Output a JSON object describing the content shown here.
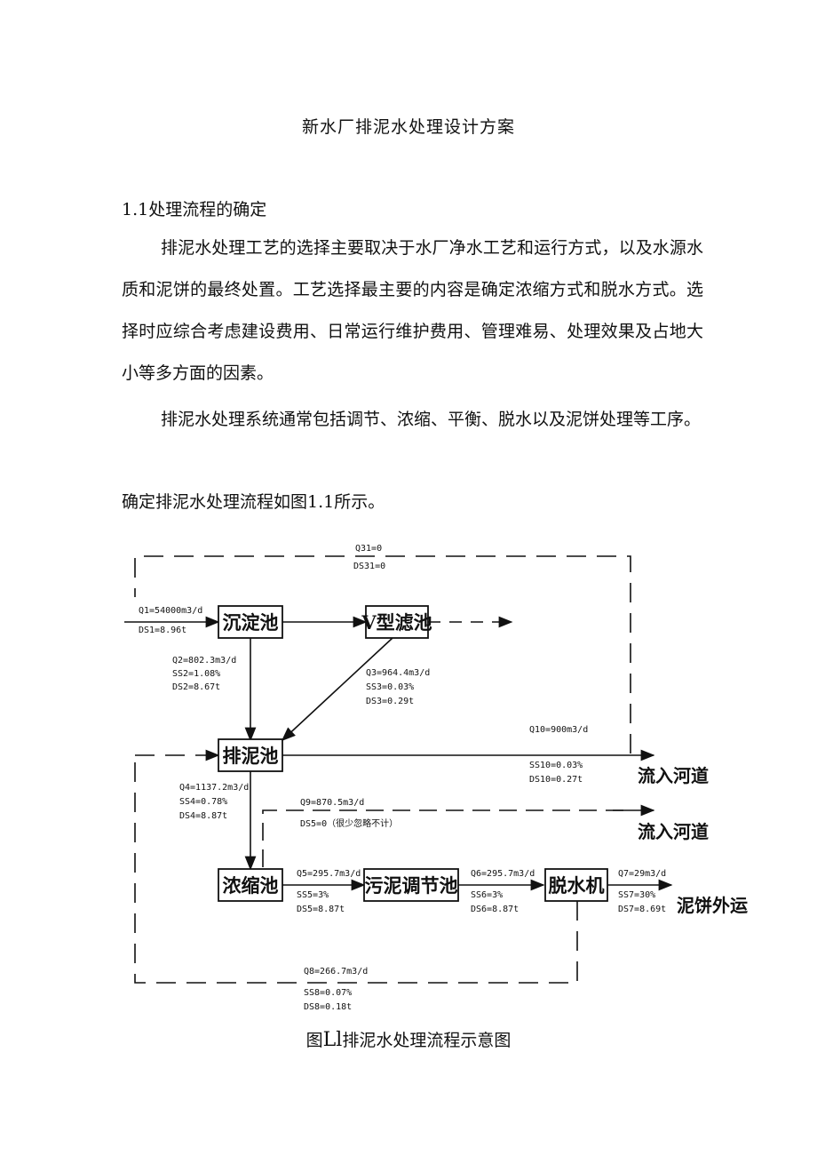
{
  "doc": {
    "title": "新水厂排泥水处理设计方案",
    "section_heading": "1.1处理流程的确定",
    "paragraph_1": "排泥水处理工艺的选择主要取决于水厂净水工艺和运行方式，以及水源水质和泥饼的最终处置。工艺选择最主要的内容是确定浓缩方式和脱水方式。选择时应综合考虑建设费用、日常运行维护费用、管理难易、处理效果及占地大小等多方面的因素。",
    "paragraph_2": "排泥水处理系统通常包括调节、浓缩、平衡、脱水以及泥饼处理等工序。",
    "paragraph_3": "确定排泥水处理流程如图1.1所示。",
    "caption_prefix": "图",
    "caption_label": "Ll",
    "caption_text": "排泥水处理流程示意图"
  },
  "diagram": {
    "boxes": {
      "sedimentation": "沉淀池",
      "v_filter": "V型滤池",
      "sludge_tank": "排泥池",
      "thickener": "浓缩池",
      "regulating_tank": "污泥调节池",
      "dewatering": "脱水机"
    },
    "outputs": {
      "river_1": "流入河道",
      "river_2": "流入河道",
      "cake": "泥饼外运"
    },
    "labels": {
      "q31": "Q31=0",
      "ds31": "DS31=0",
      "q1": "Q1=54000m3/d",
      "ds1": "DS1=8.96t",
      "q2": "Q2=802.3m3/d",
      "ss2": "SS2=1.08%",
      "ds2": "DS2=8.67t",
      "q3": "Q3=964.4m3/d",
      "ss3": "SS3=0.03%",
      "ds3": "DS3=0.29t",
      "q10": "Q10=900m3/d",
      "ss10": "SS10=0.03%",
      "ds10": "DS10=0.27t",
      "q4": "Q4=1137.2m3/d",
      "ss4": "SS4=0.78%",
      "ds4": "DS4=8.87t",
      "q9": "Q9=870.5m3/d",
      "ds9": "DS5=0（很少忽略不计）",
      "q5": "Q5=295.7m3/d",
      "ss5": "SS5=3%",
      "ds5": "DS5=8.87t",
      "q6": "Q6=295.7m3/d",
      "ss6": "SS6=3%",
      "ds6": "DS6=8.87t",
      "q7": "Q7=29m3/d",
      "ss7": "SS7=30%",
      "ds7": "DS7=8.69t",
      "q8": "Q8=266.7m3/d",
      "ss8": "SS8=0.07%",
      "ds8": "DS8=0.18t"
    }
  }
}
